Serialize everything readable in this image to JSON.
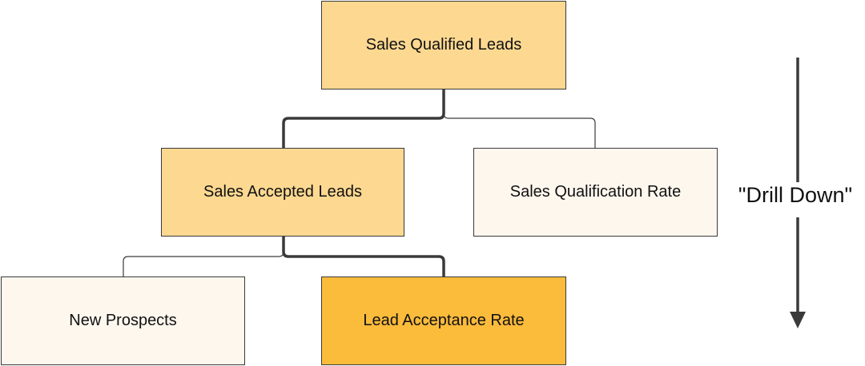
{
  "colors": {
    "medium": "#fcd891",
    "light": "#fef7ee",
    "highlight": "#fbbb3b",
    "line": "#3a3a3a"
  },
  "nodes": {
    "root": {
      "label": "Sales Qualified Leads",
      "fill": "medium"
    },
    "sal": {
      "label": "Sales Accepted Leads",
      "fill": "medium"
    },
    "sqr": {
      "label": "Sales Qualification Rate",
      "fill": "light"
    },
    "np": {
      "label": "New Prospects",
      "fill": "light"
    },
    "lar": {
      "label": "Lead Acceptance Rate",
      "fill": "highlight"
    }
  },
  "edges": [
    {
      "from": "root",
      "to": "sal",
      "emphasis": "thick"
    },
    {
      "from": "root",
      "to": "sqr",
      "emphasis": "thin"
    },
    {
      "from": "sal",
      "to": "np",
      "emphasis": "thin"
    },
    {
      "from": "sal",
      "to": "lar",
      "emphasis": "thick"
    }
  ],
  "drill": {
    "label": "\"Drill Down\"",
    "direction": "down"
  }
}
